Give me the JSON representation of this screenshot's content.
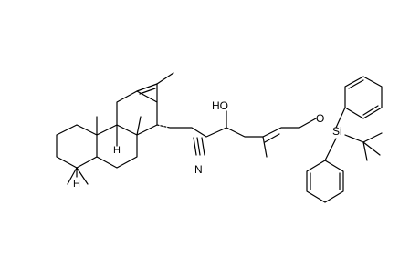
{
  "labels": {
    "hydroxyl": "HO",
    "nitrile": "N",
    "ether_oxygen": "O",
    "silicon": "Si",
    "stereo_h1": "H",
    "stereo_h2": "H"
  },
  "colors": {
    "bond": "#000000",
    "background": "#ffffff"
  }
}
